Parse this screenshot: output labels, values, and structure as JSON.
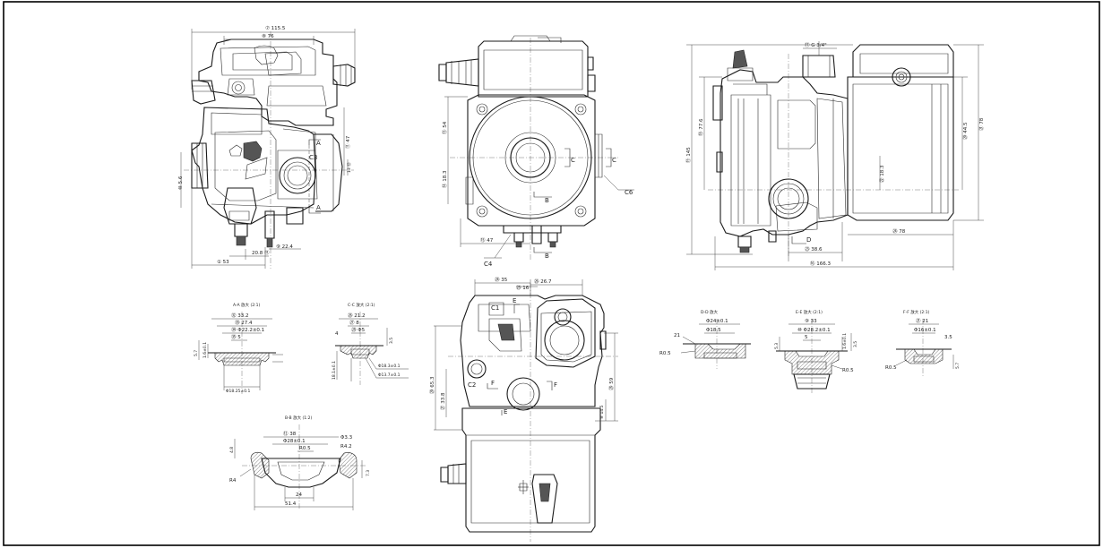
{
  "sheet": {
    "border_color": "#000000"
  },
  "front_view": {
    "dims": {
      "d1": "⑦ 115.5",
      "d2": "⑧ 76",
      "d3": "① 53",
      "d4": "20.8 ⑪",
      "d5": "⑨ 22.4",
      "d6": "⑩ 5.6",
      "d7": "⑪ 47",
      "d8": "13 ⑫",
      "sec_a_top": "A",
      "sec_a_bot": "A",
      "c3": "C3"
    }
  },
  "side_view": {
    "dims": {
      "d1": "⑬ 54",
      "d2": "⑭ 18.3",
      "d3": "⑮ 47",
      "sec_c1": "C",
      "sec_c2": "C",
      "sec_b1": "B",
      "sec_b2": "B",
      "c4": "C4",
      "c6": "C6"
    }
  },
  "right_view": {
    "dims": {
      "d1": "⑰ G 3/4\"",
      "d2": "⑱ 77.6",
      "d3": "⑲ 145",
      "d4": "⑳ 44.5",
      "d5": "㉑ 78",
      "d6": "㉒ 18.3",
      "d7": "㉓ 38.6",
      "d8": "㉔ 78",
      "d9": "⑯ 166.3",
      "sec_d": "D"
    }
  },
  "bottom_view": {
    "dims": {
      "d1": "㉔ 35",
      "d2": "㉕ 16",
      "d3": "㉖ 26.7",
      "d4": "⑳ 65.3",
      "d5": "㉗ 33.8",
      "d6": "㉘ 59",
      "d7": "⑧ 14.5",
      "c1": "C1",
      "c2": "C2",
      "e1": "E",
      "e2": "E",
      "f1": "F",
      "f2": "F"
    }
  },
  "sections": {
    "aa": {
      "title": "A-A 放大 (2:1)",
      "dims": {
        "d1": "㉜ 33.2",
        "d2": "㉝ 27.4",
        "d3": "㉞ Φ22.2±0.1",
        "d4": "㉟ 5",
        "d5": "5.7",
        "d6": "1.6±0.1",
        "d7": "Φ18.25±0.1"
      }
    },
    "cc": {
      "title": "C-C 放大 (2:1)",
      "dims": {
        "d1": "㉖ 21.2",
        "d2": "㉗ 8",
        "d3": "4",
        "d4": "㉘ Φ5",
        "d5": "3.5",
        "d6": "Φ18.3±0.1",
        "d7": "Φ13.7±0.1",
        "d8": "18.1±0.1"
      }
    },
    "bb": {
      "title": "B-B 放大 (1:2)",
      "dims": {
        "d1": "⑫ 38",
        "d2": "Φ3.3",
        "d3": "Φ28±0.1",
        "d4": "R4.2",
        "d5": "R0.5",
        "d6": "24",
        "d7": "51.4",
        "d8": "4.8",
        "d9": "R4",
        "d10": "7.3"
      }
    },
    "dd": {
      "title": "D-D 放大",
      "dims": {
        "d1": "Φ24±0.1",
        "d2": "Φ18.5",
        "d3": "R0.5",
        "d4": "21"
      }
    },
    "ee": {
      "title": "E-E 放大 (2:1)",
      "dims": {
        "d1": "⑨ 33",
        "d2": "⑩ Φ28.2±0.1",
        "d3": "5",
        "d4": "R0.5",
        "d5": "5.3",
        "d6": "3.5",
        "d7": "1.6±0.1"
      }
    },
    "ff": {
      "title": "F-F 放大 (2:1)",
      "dims": {
        "d1": "㉑ 21",
        "d2": "Φ16±0.1",
        "d3": "3.5",
        "d4": "R0.5",
        "d5": "5.7"
      }
    }
  }
}
